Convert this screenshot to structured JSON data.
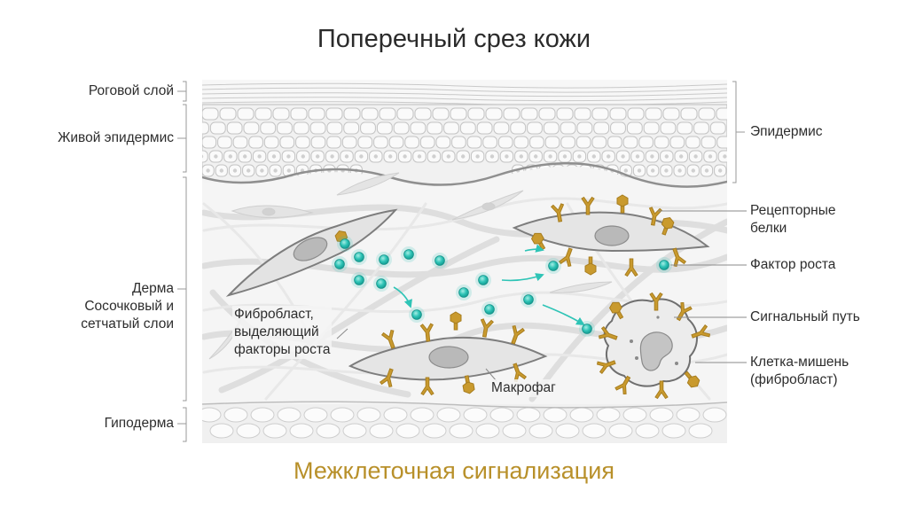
{
  "title": "Поперечный срез кожи",
  "subtitle": "Межклеточная сигнализация",
  "colors": {
    "subtitle": "#b8902a",
    "receptor": "#c99a2e",
    "growth_factor": "#2ec4b6",
    "line": "#8a8a8a"
  },
  "left_labels": {
    "stratum_corneum": "Роговой слой",
    "living_epidermis": "Живой эпидермис",
    "dermis_line1": "Дерма",
    "dermis_line2": "Сосочковый и",
    "dermis_line3": "сетчатый слои",
    "hypodermis": "Гиподерма"
  },
  "right_labels": {
    "epidermis": "Эпидермис",
    "receptor_line1": "Рецепторные",
    "receptor_line2": "белки",
    "growth_factor": "Фактор роста",
    "signal_path": "Сигнальный путь",
    "target_line1": "Клетка-мишень",
    "target_line2": "(фибробласт)"
  },
  "inner_labels": {
    "fibroblast_line1": "Фибробласт,",
    "fibroblast_line2": "выделяющий",
    "fibroblast_line3": "факторы роста",
    "macrophage": "Макрофаг"
  }
}
